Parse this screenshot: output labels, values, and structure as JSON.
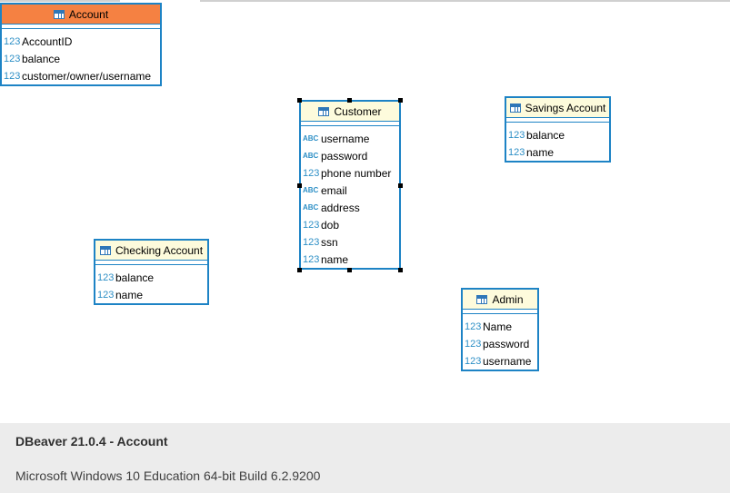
{
  "entities": {
    "account": {
      "title": "Account",
      "fields": [
        {
          "type": "123",
          "name": "AccountID"
        },
        {
          "type": "123",
          "name": "balance"
        },
        {
          "type": "123",
          "name": "customer/owner/username"
        }
      ]
    },
    "customer": {
      "title": "Customer",
      "fields": [
        {
          "type": "ABC",
          "name": "username"
        },
        {
          "type": "ABC",
          "name": "password"
        },
        {
          "type": "123",
          "name": "phone number"
        },
        {
          "type": "ABC",
          "name": "email"
        },
        {
          "type": "ABC",
          "name": "address"
        },
        {
          "type": "123",
          "name": "dob"
        },
        {
          "type": "123",
          "name": "ssn"
        },
        {
          "type": "123",
          "name": "name"
        }
      ]
    },
    "savings": {
      "title": "Savings Account",
      "fields": [
        {
          "type": "123",
          "name": "balance"
        },
        {
          "type": "123",
          "name": "name"
        }
      ]
    },
    "checking": {
      "title": "Checking Account",
      "fields": [
        {
          "type": "123",
          "name": "balance"
        },
        {
          "type": "123",
          "name": "name"
        }
      ]
    },
    "admin": {
      "title": "Admin",
      "fields": [
        {
          "type": "123",
          "name": "Name"
        },
        {
          "type": "123",
          "name": "password"
        },
        {
          "type": "123",
          "name": "username"
        }
      ]
    }
  },
  "footer": {
    "title": "DBeaver 21.0.4 - Account",
    "subtitle": "Microsoft Windows 10 Education 64-bit Build 6.2.9200"
  },
  "colors": {
    "entity_border": "#1d83c5",
    "header_bg": "#fdfbdc",
    "selected_header_bg": "#f58142",
    "type_icon": "#2d8fc6",
    "footer_bg": "#ececec"
  }
}
